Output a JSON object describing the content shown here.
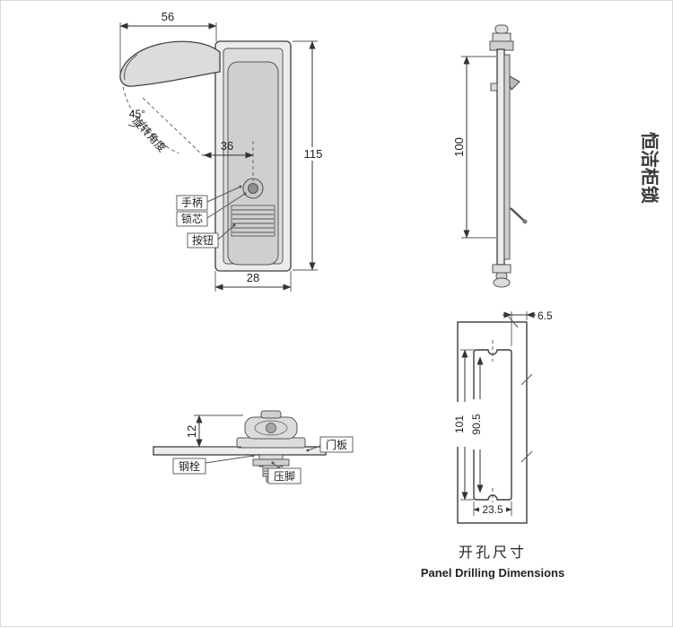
{
  "watermark": {
    "text": "恒洁柜锁",
    "color": "#e60000"
  },
  "views": {
    "front": {
      "dim_top": "56",
      "dim_mid": "36",
      "dim_height": "115",
      "dim_width": "28",
      "angle": "45°",
      "rotation_label": "旋转角度",
      "label_handle": "手柄",
      "label_core": "锁芯",
      "label_button": "按钮"
    },
    "side": {
      "dim_height": "100"
    },
    "section": {
      "dim_height": "12",
      "label_bolt": "钢栓",
      "label_foot": "压脚",
      "label_panel": "门板"
    },
    "drilling": {
      "dim_offset": "6.5",
      "dim_outer": "101",
      "dim_inner": "90.5",
      "dim_width": "23.5",
      "title_cn": "开孔尺寸",
      "title_en": "Panel Drilling Dimensions"
    }
  }
}
